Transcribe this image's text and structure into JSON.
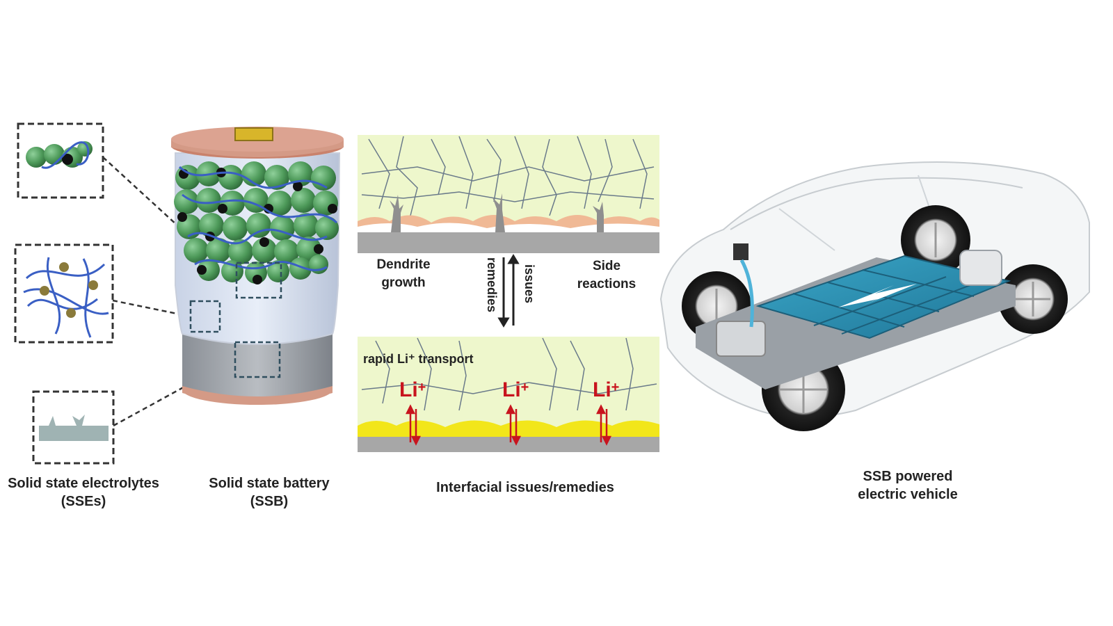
{
  "captions": {
    "sse_line1": "Solid state electrolytes",
    "sse_line2": "(SSEs)",
    "ssb_line1": "Solid state battery",
    "ssb_line2": "(SSB)",
    "interface": "Interfacial issues/remedies",
    "ev_line1": "SSB powered",
    "ev_line2": "electric vehicle"
  },
  "interface_panel": {
    "dendrite_line1": "Dendrite",
    "dendrite_line2": "growth",
    "side_line1": "Side",
    "side_line2": "reactions",
    "issues": "issues",
    "remedies": "remedies",
    "rapid_transport": "rapid Li⁺ transport",
    "ion_label": "Li",
    "ion_charge": "+"
  },
  "colors": {
    "particle_green": "#4e9a5a",
    "polymer_blue": "#3a5fc4",
    "battery_cap": "#d49a86",
    "electrolyte_yellow_green": "#eef7cc",
    "interphase_yellow": "#f2e61a",
    "li_red": "#c8141e",
    "pack_blue": "#2e8fb3"
  }
}
